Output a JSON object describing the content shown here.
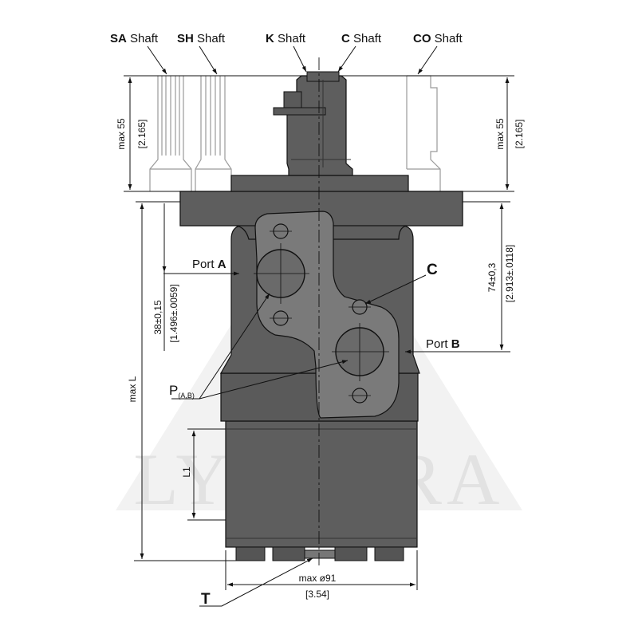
{
  "shafts": [
    {
      "bold": "SA",
      "rest": " Shaft"
    },
    {
      "bold": "SH",
      "rest": " Shaft"
    },
    {
      "bold": "K",
      "rest": " Shaft"
    },
    {
      "bold": "C",
      "rest": " Shaft"
    },
    {
      "bold": "CO",
      "rest": " Shaft"
    }
  ],
  "dims": {
    "max55_left": "max 55",
    "max55_left_in": "[2.165]",
    "max55_right": "max 55",
    "max55_right_in": "[2.165]",
    "d38": "38±0,15",
    "d38_in": "[1.496±.0059]",
    "d74": "74±0,3",
    "d74_in": "[2.913±.0118]",
    "maxL": "max L",
    "L1": "L1",
    "dia": "max ø91",
    "dia_in": "[3.54]"
  },
  "labels": {
    "portA_pre": "Port ",
    "portA_bold": "A",
    "portB_pre": "Port ",
    "portB_bold": "B",
    "C": "C",
    "P_main": "P",
    "P_sub": "(A,B)",
    "T": "T"
  },
  "watermark": "LYTAGRA",
  "colors": {
    "body": "#5e5e5e",
    "body_dark": "#4a4a4a",
    "plate": "#7a7a7a",
    "line": "#111111",
    "ghost": "#9a9a9a",
    "watermark": "#e2e2e2"
  }
}
